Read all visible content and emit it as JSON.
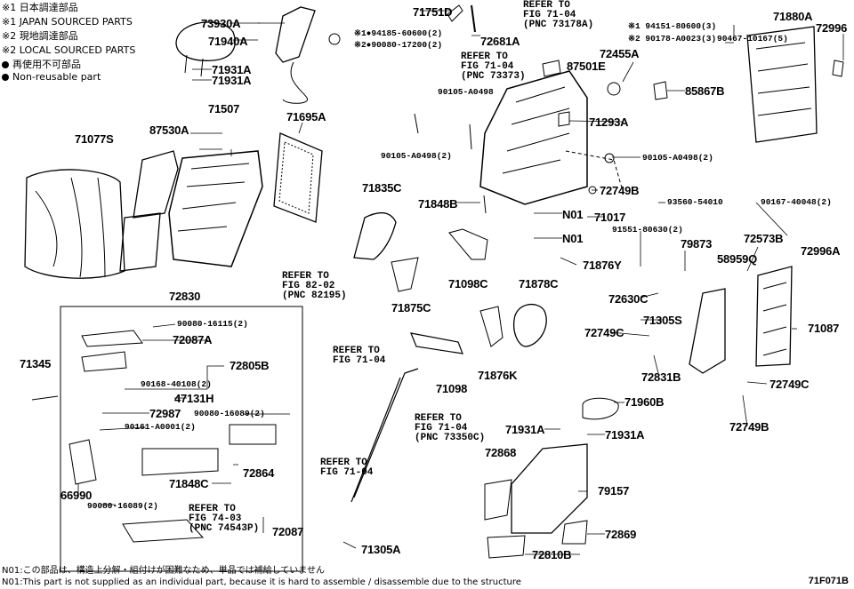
{
  "legend": {
    "mark1_jp": "※1 日本調達部品",
    "mark1_en": "※1 JAPAN SOURCED PARTS",
    "mark2_jp": "※2 現地調達部品",
    "mark2_en": "※2 LOCAL SOURCED PARTS",
    "nonreuse_jp": "再使用不可部品",
    "nonreuse_en": "Non-reusable part"
  },
  "labels": {
    "p73930A": "73930A",
    "p71940A": "71940A",
    "p71931A_a": "71931A",
    "p71931A_b": "71931A",
    "p71751D": "71751D",
    "p72681A": "72681A",
    "p94185": "※1●94185-60600(2)",
    "p90080_17200": "※2●90080-17200(2)",
    "p71507": "71507",
    "p87530A": "87530A",
    "p71077S": "71077S",
    "p71695A": "71695A",
    "p94151": "※1 94151-80600(3)",
    "p90178": "※2 90178-A0023(3)",
    "p90467": "90467-10167(5)",
    "p71880A": "71880A",
    "p72996": "72996",
    "p72455A": "72455A",
    "p87501E": "87501E",
    "p85867B": "85867B",
    "p90105_a": "90105-A0498",
    "p71293A": "71293A",
    "p90105_b": "90105-A0498(2)",
    "p90105_c": "90105-A0498(2)",
    "p72749B_a": "72749B",
    "p71835C": "71835C",
    "p71848B": "71848B",
    "pN01_a": "N01",
    "pN01_b": "N01",
    "p71017": "71017",
    "p93560": "93560-54010",
    "p90167": "90167-40048(2)",
    "p91551": "91551-80630(2)",
    "p79873": "79873",
    "p72573B": "72573B",
    "p58959Q": "58959Q",
    "p72996A": "72996A",
    "p71876Y": "71876Y",
    "p71098C": "71098C",
    "p71878C": "71878C",
    "p72630C": "72630C",
    "p71875C": "71875C",
    "p71305S": "71305S",
    "p71087": "71087",
    "p72749C_a": "72749C",
    "p72831B": "72831B",
    "p72749C_b": "72749C",
    "p72749B_b": "72749B",
    "p71098": "71098",
    "p71876K": "71876K",
    "p72830": "72830",
    "p90080_16115": "90080-16115(2)",
    "p72087A": "72087A",
    "p72805B": "72805B",
    "p90168": "90168-40108(2)",
    "p47131H": "47131H",
    "p71345": "71345",
    "p72987": "72987",
    "p90080_16089a": "90080-16089(2)",
    "p90161": "90161-A0001(2)",
    "p72864": "72864",
    "p71848C": "71848C",
    "p66990": "66990",
    "p90080_16089b": "90080-16089(2)",
    "p72087": "72087",
    "p71960B": "71960B",
    "p71931A_c": "71931A",
    "p71931A_d": "71931A",
    "p72868": "72868",
    "p79157": "79157",
    "p72869": "72869",
    "p72810B": "72810B",
    "p71305A": "71305A"
  },
  "refs": {
    "r1": "REFER TO\nFIG 71-04\n(PNC 73178A)",
    "r2": "REFER TO\nFIG 71-04\n(PNC 73373)",
    "r3": "REFER TO\nFIG 82-02\n(PNC 82195)",
    "r4": "REFER TO\nFIG 71-04",
    "r5": "REFER TO\nFIG 71-04\n(PNC 73350C)",
    "r6": "REFER TO\nFIG 71-04",
    "r7": "REFER TO\nFIG 74-03\n(PNC 74543P)"
  },
  "footnote": {
    "jp": "N01:この部品は、構造上分解・組付けが困難なため、単品では補給していません",
    "en": "N01:This part is not supplied as an individual part, because it is hard to assemble / disassemble due to the structure"
  },
  "figure_id": "71F071B"
}
